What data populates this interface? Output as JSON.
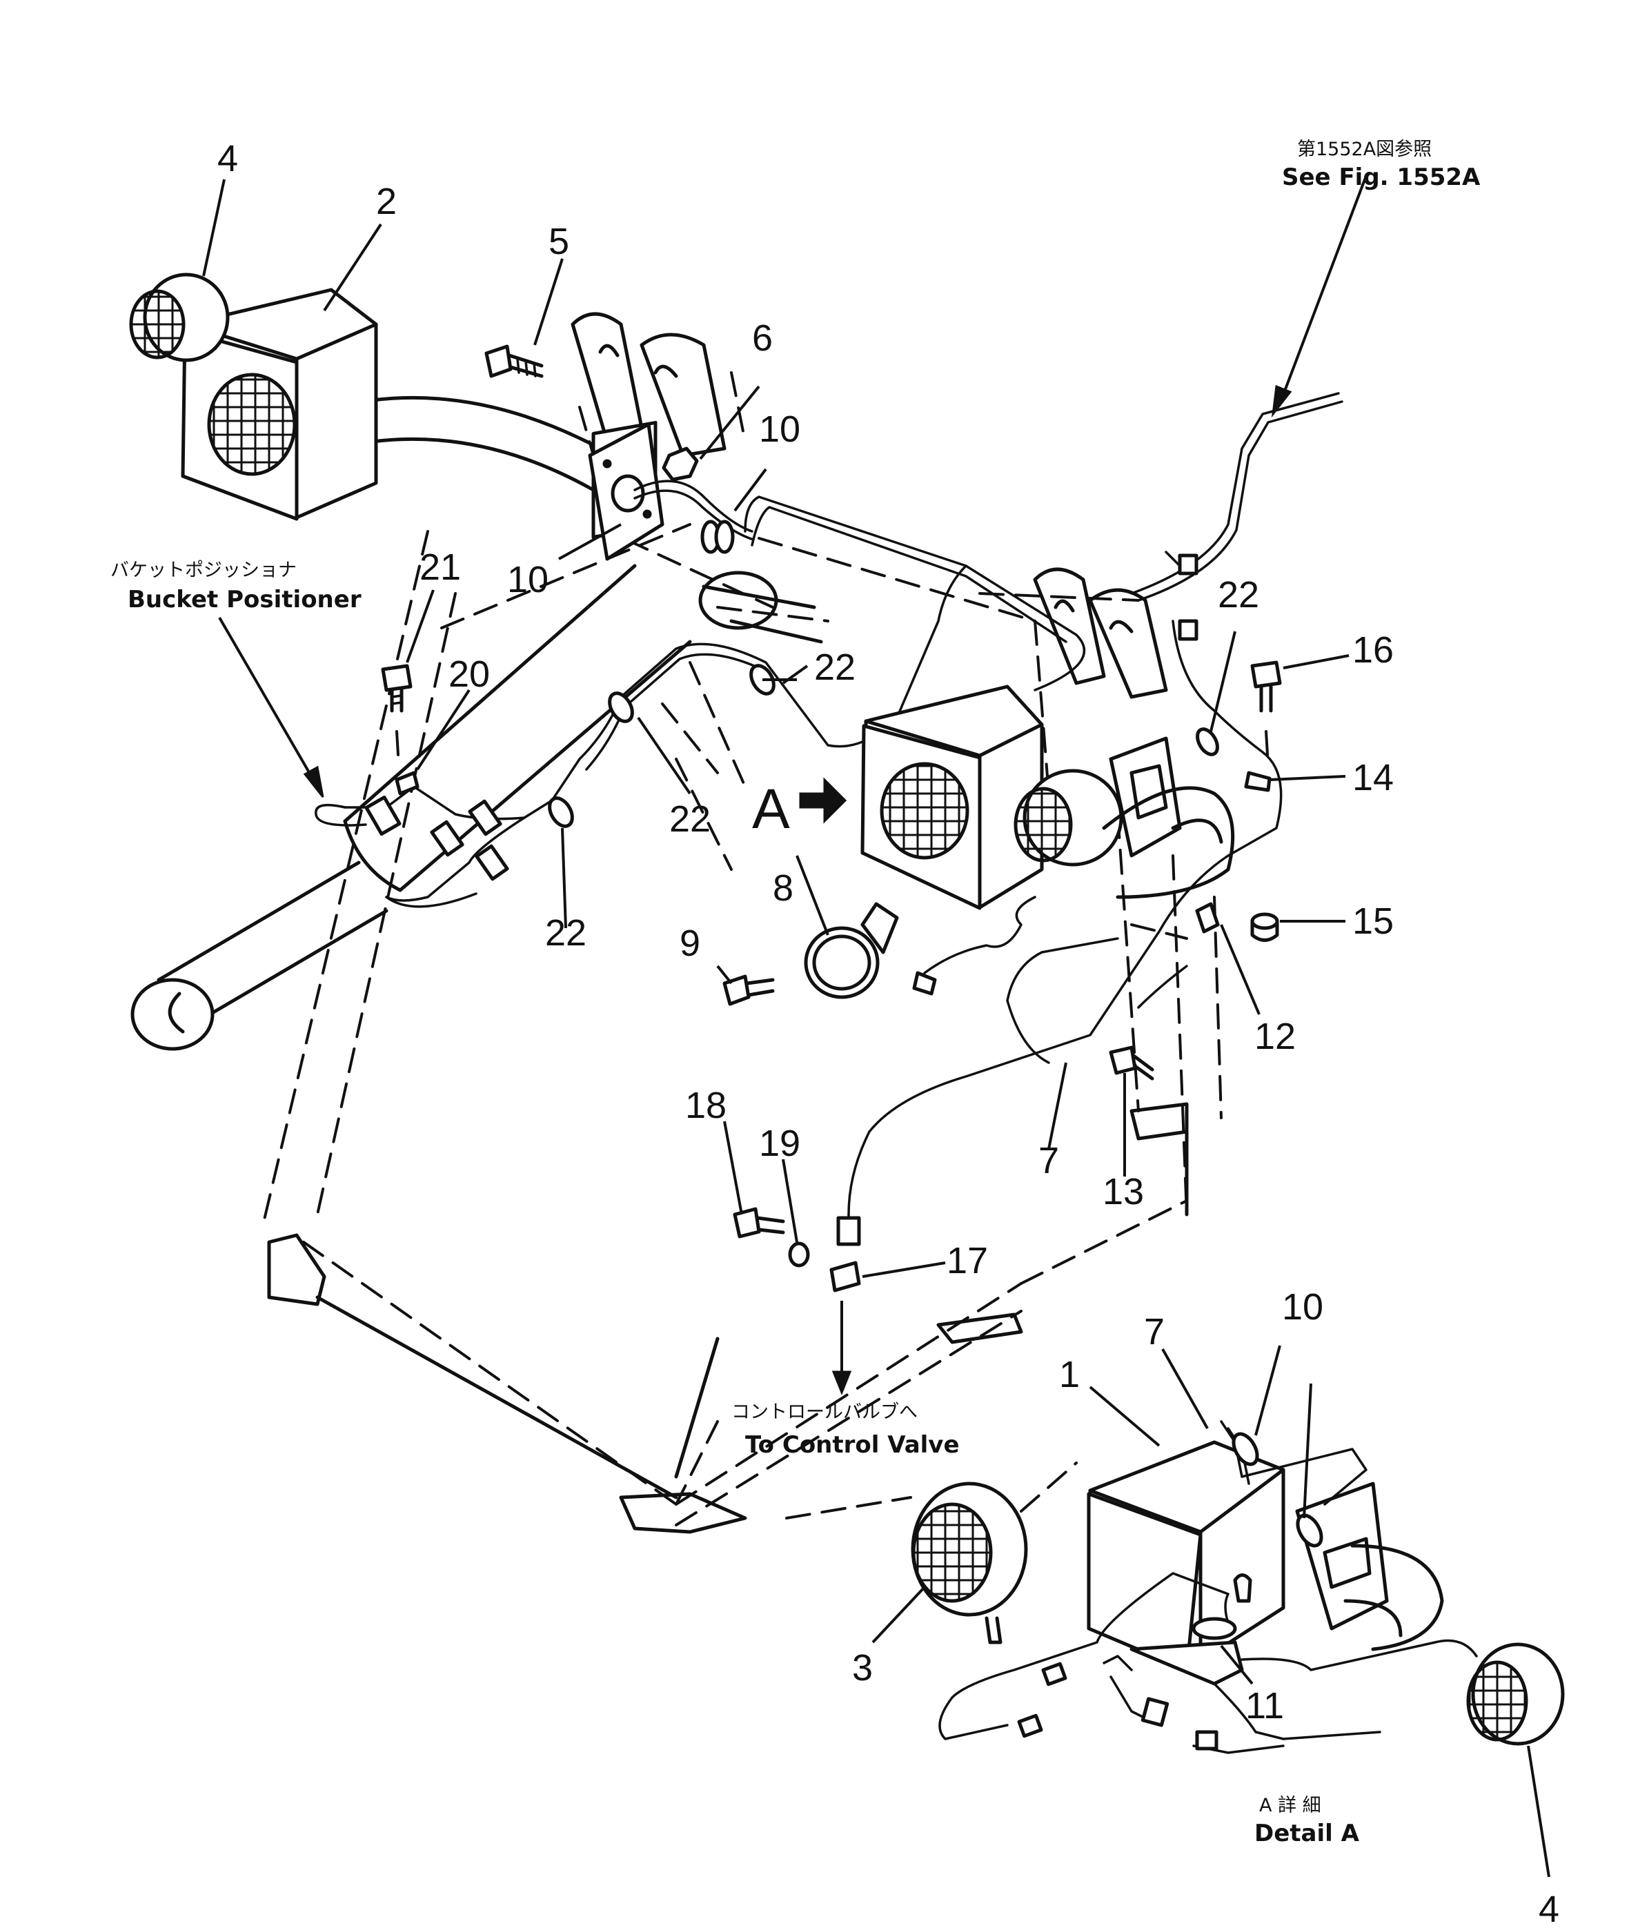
{
  "labels": {
    "see_fig_jp": "第1552A図参照",
    "see_fig_en": "See Fig. 1552A",
    "bucket_positioner_jp": "バケットポジッショナ",
    "bucket_positioner_en": "Bucket Positioner",
    "control_valve_jp": "コントロールバルブへ",
    "control_valve_en": "To Control Valve",
    "detail_jp": "A 詳 細",
    "detail_en": "Detail A",
    "view_marker": "A"
  },
  "callouts": {
    "c1": "1",
    "c2": "2",
    "c3": "3",
    "c4_top": "4",
    "c4_bottom": "4",
    "c5": "5",
    "c6": "6",
    "c7_main": "7",
    "c7_detail": "7",
    "c8": "8",
    "c9": "9",
    "c10_top": "10",
    "c10_left": "10",
    "c10_detail": "10",
    "c11": "11",
    "c12": "12",
    "c13": "13",
    "c14": "14",
    "c15": "15",
    "c16": "16",
    "c17": "17",
    "c18": "18",
    "c19": "19",
    "c20": "20",
    "c21": "21",
    "c22_a": "22",
    "c22_b": "22",
    "c22_c": "22",
    "c22_d": "22"
  }
}
